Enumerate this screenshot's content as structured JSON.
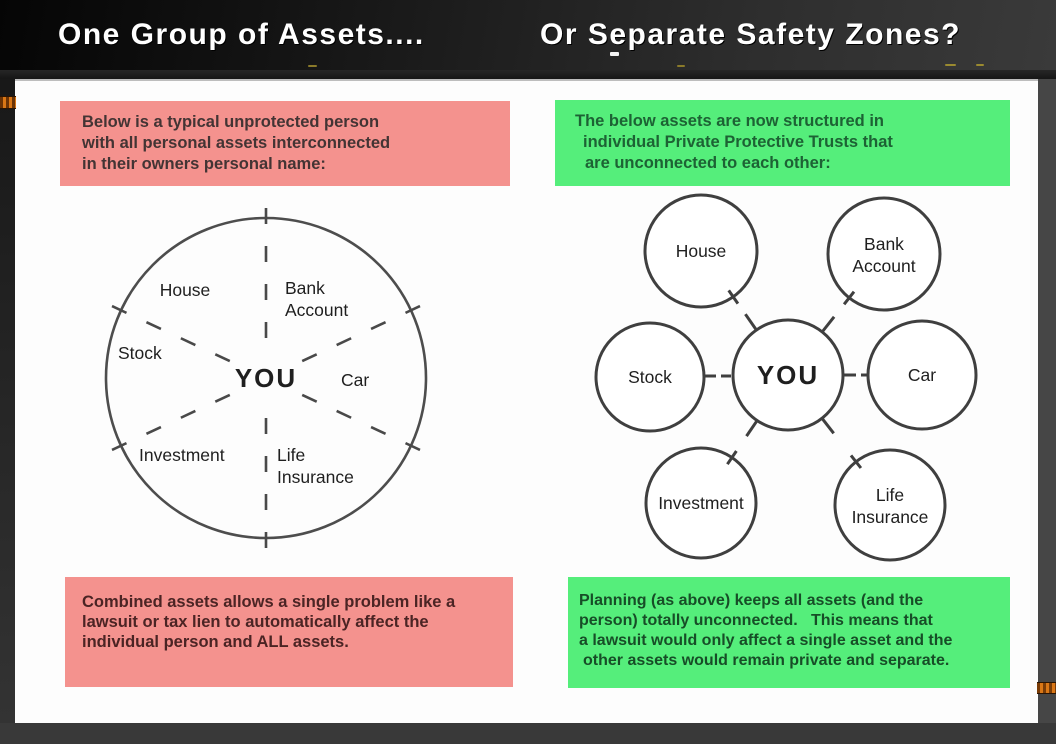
{
  "colors": {
    "pink": "#f4928e",
    "green": "#55ee7b",
    "orange": "#d97716"
  },
  "header": {
    "title_left": "One Group of Assets....",
    "title_right": "Or Separate Safety Zones?"
  },
  "left_column": {
    "top_box_lines": [
      "Below is a typical unprotected person",
      "with all personal assets interconnected",
      "in their owners personal name:"
    ],
    "bottom_box_lines": [
      "Combined assets allows a single problem like a",
      "lawsuit or tax lien to automatically affect the",
      "individual person and ALL assets."
    ],
    "diagram": {
      "center": "YOU",
      "house": "House",
      "bank_line1": "Bank",
      "bank_line2": "Account",
      "stock": "Stock",
      "car": "Car",
      "investment": "Investment",
      "life_line1": "Life",
      "life_line2": "Insurance"
    }
  },
  "right_column": {
    "top_box_lines": [
      "The below assets are now structured in",
      "individual Private Protective Trusts that",
      "are unconnected to each other:"
    ],
    "bottom_box_lines": [
      "Planning (as above) keeps all assets (and the",
      "person) totally unconnected.   This means that",
      "a lawsuit would only affect a single asset and the",
      "other assets would remain private and separate."
    ],
    "diagram": {
      "center": "YOU",
      "house": "House",
      "bank_line1": "Bank",
      "bank_line2": "Account",
      "stock": "Stock",
      "car": "Car",
      "investment": "Investment",
      "life_line1": "Life",
      "life_line2": "Insurance"
    }
  }
}
